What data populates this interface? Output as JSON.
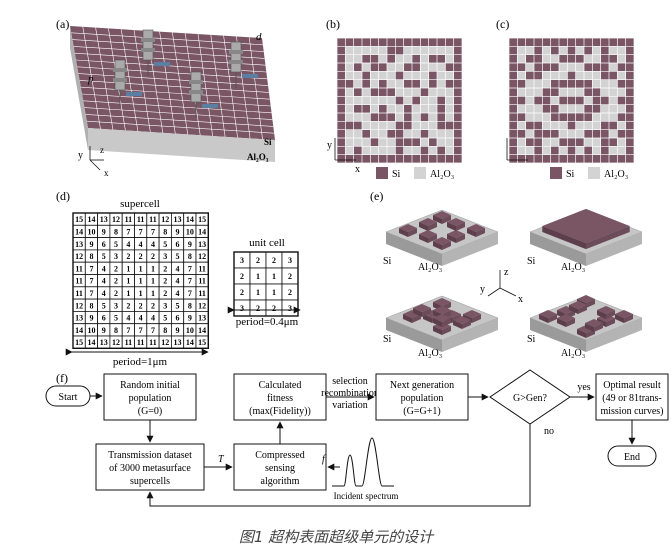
{
  "panels": {
    "a": "(a)",
    "b": "(b)",
    "c": "(c)",
    "d": "(d)",
    "e": "(e)",
    "f": "(f)"
  },
  "panel_a": {
    "d_label": "d",
    "p_label": "p",
    "si_label": "Si",
    "al2o3_label": "Al₂O₃",
    "axis_y": "y",
    "axis_z": "z",
    "axis_x": "x"
  },
  "panel_b": {
    "axis_y": "y",
    "axis_x": "x",
    "legend_si": "Si",
    "legend_al": "Al₂O₃",
    "pattern": [
      "111111111111111",
      "100000110000001",
      "100110100101101",
      "101011001100011",
      "100100010001001",
      "110101001101011",
      "101011100010001",
      "100000010100101",
      "101101001000101",
      "100011101010101",
      "111000011000111",
      "100100110010001",
      "100010011101001",
      "101000010010101",
      "111111111111111"
    ]
  },
  "panel_c": {
    "legend_si": "Si",
    "legend_al": "Al₂O₃",
    "pattern": [
      "111111111111111",
      "100101010101001",
      "101100111001101",
      "110111000111011",
      "101100010001101",
      "110001111100011",
      "100011000110001",
      "110110111011011",
      "100011000110001",
      "110001111100011",
      "101100010001101",
      "110111000111011",
      "101100111001101",
      "100101010101001",
      "111111111111111"
    ]
  },
  "panel_d": {
    "supercell_title": "supercell",
    "supercell": [
      [
        "15",
        "14",
        "13",
        "12",
        "11",
        "11",
        "11",
        "12",
        "13",
        "14",
        "15"
      ],
      [
        "14",
        "10",
        "9",
        "8",
        "7",
        "7",
        "7",
        "8",
        "9",
        "10",
        "14"
      ],
      [
        "13",
        "9",
        "6",
        "5",
        "4",
        "4",
        "4",
        "5",
        "6",
        "9",
        "13"
      ],
      [
        "12",
        "8",
        "5",
        "3",
        "2",
        "2",
        "2",
        "3",
        "5",
        "8",
        "12"
      ],
      [
        "11",
        "7",
        "4",
        "2",
        "1",
        "1",
        "1",
        "2",
        "4",
        "7",
        "11"
      ],
      [
        "11",
        "7",
        "4",
        "2",
        "1",
        "1",
        "1",
        "2",
        "4",
        "7",
        "11"
      ],
      [
        "11",
        "7",
        "4",
        "2",
        "1",
        "1",
        "1",
        "2",
        "4",
        "7",
        "11"
      ],
      [
        "12",
        "8",
        "5",
        "3",
        "2",
        "2",
        "2",
        "3",
        "5",
        "8",
        "12"
      ],
      [
        "13",
        "9",
        "6",
        "5",
        "4",
        "4",
        "4",
        "5",
        "6",
        "9",
        "13"
      ],
      [
        "14",
        "10",
        "9",
        "8",
        "7",
        "7",
        "7",
        "8",
        "9",
        "10",
        "14"
      ],
      [
        "15",
        "14",
        "13",
        "12",
        "11",
        "11",
        "11",
        "12",
        "13",
        "14",
        "15"
      ]
    ],
    "period_super": "period=1μm",
    "unitcell_title": "unit cell",
    "unitcell": [
      [
        "3",
        "2",
        "2",
        "3"
      ],
      [
        "2",
        "1",
        "1",
        "2"
      ],
      [
        "2",
        "1",
        "1",
        "2"
      ],
      [
        "3",
        "2",
        "2",
        "3"
      ]
    ],
    "period_unit": "period=0.4μm"
  },
  "panel_e": {
    "si_label": "Si",
    "al2o3_label": "Al₂O₃",
    "axis_y": "y",
    "axis_z": "z",
    "axis_x": "x"
  },
  "panel_f": {
    "start": "Start",
    "random_pop": [
      "Random initial",
      "population",
      "(G=0)"
    ],
    "fitness": [
      "Calculated",
      "fitness",
      "(max(Fidelity))"
    ],
    "arrow_ops": [
      "selection",
      "recombination",
      "variation"
    ],
    "next_gen": [
      "Next generation",
      "population",
      "(G=G+1)"
    ],
    "decision": "G>Gen?",
    "yes": "yes",
    "no": "no",
    "optimal": [
      "Optimal result",
      "(49 or 81trans-",
      "mission curves)"
    ],
    "end": "End",
    "dataset": [
      "Transmission dataset",
      "of 3000 metasurface",
      "supercells"
    ],
    "T_label": "T",
    "cs": [
      "Compressed",
      "sensing",
      "algorithm"
    ],
    "f_label": "f",
    "incident": "Incident spectrum"
  },
  "caption": "图1 超构表面超级单元的设计",
  "colors": {
    "si": "#7a5563",
    "al": "#d3d3d3",
    "grid_line": "#ffffff",
    "ink": "#111111"
  }
}
